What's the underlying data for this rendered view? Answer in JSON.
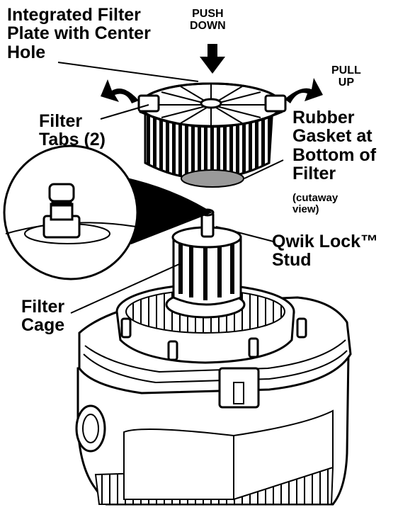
{
  "colors": {
    "ink": "#000000",
    "paper": "#ffffff",
    "shade": "#9a9a9a"
  },
  "labels": {
    "filter_plate_line1": "Integrated Filter",
    "filter_plate_line2": "Plate with Center",
    "filter_plate_line3": "Hole",
    "push_line1": "PUSH",
    "push_line2": "DOWN",
    "pull_line1": "PULL",
    "pull_line2": "UP",
    "filter_tabs_line1": "Filter",
    "filter_tabs_line2": "Tabs (2)",
    "gasket_line1": "Rubber",
    "gasket_line2": "Gasket at",
    "gasket_line3": "Bottom of",
    "gasket_line4": "Filter",
    "gasket_note1": "(cutaway",
    "gasket_note2": "view)",
    "stud_line1": "Qwik Lock™",
    "stud_line2": "Stud",
    "cage_line1": "Filter",
    "cage_line2": "Cage"
  }
}
